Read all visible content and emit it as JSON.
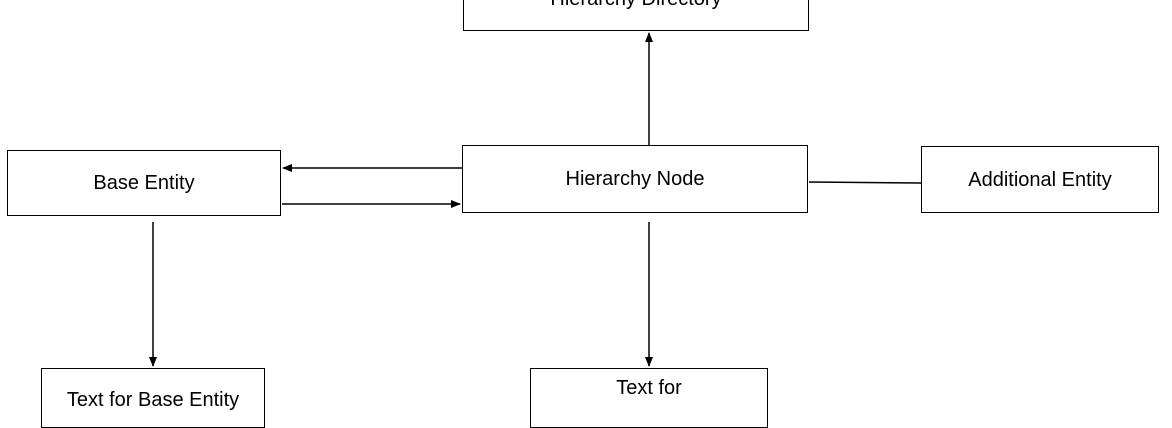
{
  "diagram": {
    "nodes": {
      "hierarchy_directory": "Hierarchy Directory",
      "hierarchy_node": "Hierarchy Node",
      "base_entity": "Base Entity",
      "additional_entity": "Additional Entity",
      "text_for_base_entity": "Text for Base Entity",
      "text_for_node": "Text for"
    },
    "edges": [
      {
        "from": "hierarchy_node",
        "to": "hierarchy_directory",
        "arrow": true
      },
      {
        "from": "hierarchy_node",
        "to": "base_entity",
        "arrow": true
      },
      {
        "from": "base_entity",
        "to": "hierarchy_node",
        "arrow": true
      },
      {
        "from": "hierarchy_node",
        "to": "additional_entity",
        "arrow": false
      },
      {
        "from": "base_entity",
        "to": "text_for_base_entity",
        "arrow": true
      },
      {
        "from": "hierarchy_node",
        "to": "text_for_node",
        "arrow": true
      }
    ]
  }
}
